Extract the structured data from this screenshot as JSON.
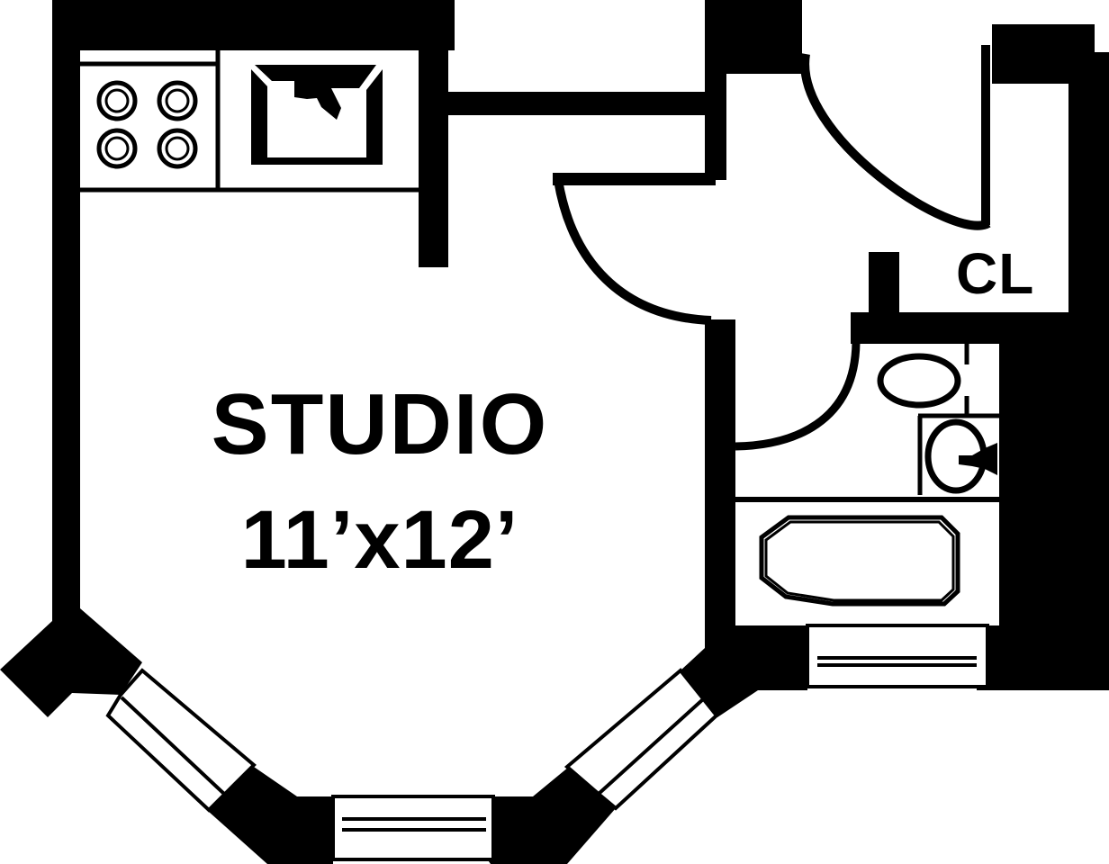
{
  "rooms": {
    "studio": {
      "name": "STUDIO",
      "dimensions": "11’x12’"
    },
    "closet": {
      "name": "CL"
    }
  },
  "colors": {
    "wall": "#000000",
    "background": "#ffffff"
  }
}
